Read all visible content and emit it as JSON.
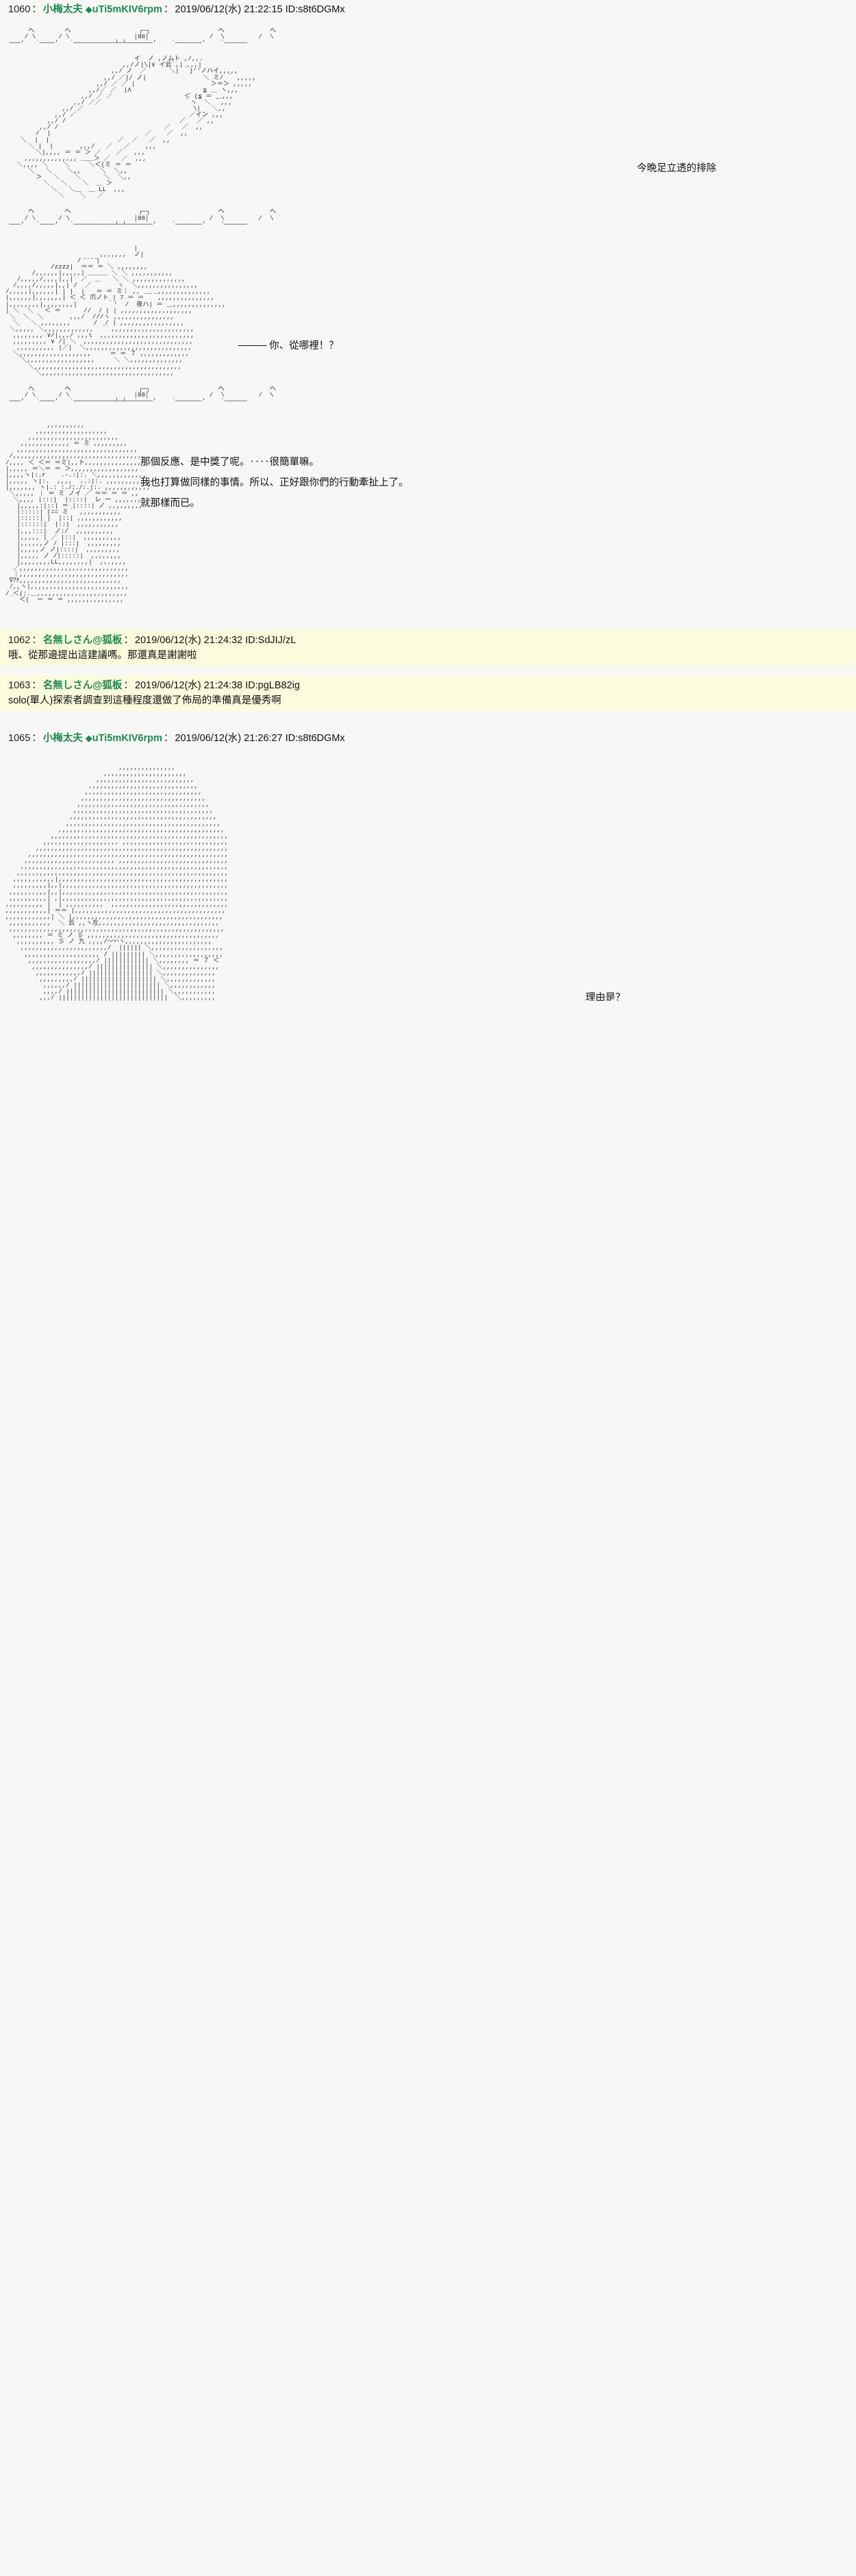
{
  "meta": {
    "board_bg": "#f7f7f5",
    "reply_bg": "#fbfbdd",
    "author_color": "#1d8a4e"
  },
  "posts": [
    {
      "no": "1060",
      "sep": "：",
      "author": "小梅太夫",
      "diamond": "◆",
      "trip": "uTi5mKIV6rpm",
      "date": "2019/06/12(水) 21:22:15",
      "id": "ID:s8t6DGMx"
    },
    {
      "no": "1062",
      "sep": "：",
      "author": "名無しさん@狐板",
      "date": "2019/06/12(水) 21:24:32",
      "id": "ID:SdJIJ/zL",
      "lines": [
        "哦、從那邊提出這建議嗎。那還真是謝謝啦"
      ]
    },
    {
      "no": "1063",
      "sep": "：",
      "author": "名無しさん@狐板",
      "date": "2019/06/12(水) 21:24:38",
      "id": "ID:pgLB82ig",
      "lines": [
        "solo(單人)探索者調查到這種程度還做了佈局的準備真是優秀啊"
      ]
    },
    {
      "no": "1065",
      "sep": "：",
      "author": "小梅太夫",
      "diamond": "◆",
      "trip": "uTi5mKIV6rpm",
      "date": "2019/06/12(水) 21:26:27",
      "id": "ID:s8t6DGMx"
    }
  ],
  "dialogue": {
    "d1": "今晩足立透的排除",
    "d2": "你、從哪裡！？",
    "d3_l1": "那個反應、是中獎了呢。‥‥很簡單嘛。",
    "d3_l2": "我也打算做同樣的事情。所以、正好跟你們的行動牽扯上了。",
    "d3_l3": "就那樣而已。",
    "d4": "理由是？"
  },
  "aa": {
    "block1_top": "      へ        へ                  ┌─┐                  へ            へ\n     / \\      / \\                 │88│                /  \\         /  \\\n ───'   `────'   `───────────┴─┴───────'    `───────'    `──────",
    "block1_main": "                                  イ  ノ ,ノムト ,/,,.\n                               ,,/ノ|\\|∨ イ云`,| ,,,|\n                            ,,/ ノ  ／      ＼| ｀)''ノハイ,,,,,\n                          ,,/ ／|/ ノ|               ＼ ミ/ ｀ ,,,,,\n                        ,,/ ／ ／ |                    ＞＝＞ ,,,,,\n                      ,,/／ ／  |Λ                   ≧ ＿ ヽ,,,\n                    ,,/ ／ ／                   ＜ (≦ ＝ ＿,,,\n                  ,,/ ／／                      ｀ヽ  ＼ ｀,,,\n               ,,/ ／                             \\|   ＼,,\n             ,,/ ／                              ／イン ,,,\n           ,,/ /                              ／   ／ ,,\n         ,,/ /                            ／   ／  ,,\n        /  |                         ／    ／  ,,\n    ＼  |  |                  ／  ／   ／  ,,\n      ＼ |  |       ,,,/   ／   ／    ,,,\n        ＼|,,,, ＝ ＝ ＞ ／    ／   ,,,\n     ,,,,,,,,,,,,,, ＿＿＞ ／   ／  ,,,\n   ＼,,,, ＼    ＼     ＼＜(ミ ＝ ＝\n      ＼   ＼    ＼,,     ＼  ＼,,\n        ＞   ＼    ＼      ＼  ＼,,\n          ＼   ＼    ＼  ＿ ＞\n            ＼   ＼＿  ＿ LL  ,,,\n              ＼    ＼   ／",
    "block1_bot": "      へ        へ                  ┌─┐                  へ            へ\n     / \\      / \\                 │88│                /  \\         /  \\\n ───'   `────'   `───────────┴─┴───────'    `───────'    `──────",
    "block2": "                                  |\n                         ,,,,,,,  ノ|\n                   / ̄ ̄ ̄ ̄|\n            /zzzz|  ＝＝ ＝ ＼ ,,,,,,,,\n       /,,,,,,|,,,,,| ＿＿＿ ＼ ＼ ,,,,,,,,,,,\n   /,,,,,/,,,,|,,|  ／  ＿   ＼ ＼ ,,,,,,,,,,,,,,\n  /,,,,/,,,,,|,,| /  ／       ヽ  ＼,,,,,,,,,,,,,,,,\n/,,,,,|,,,,,,| | |  |   ＝ ＝ ミ｜ ,, ＿ _,,,,,,,,,,,,,,\n|,,,,,,|,,,,,,,| ＜ ＜ 爪ノト | 7 ＝ ＝ ｀ ,,,,,,,,,,,,,,,\n|,,,,,,,,|,,,,,,,,|        ｀'  /  夜ハ| ＝ ＿,,,,,,,,,,,,,,\n| ＼  ＼   ＜ ＝      //  ﾉ | | ,,,,,,,,,,,,,,,,,,,\n ＼  ＼  ＼       ,,,/  ///ヽ ,,,,,,,,,,,,,,,,\n  ＼   ＼ ,,,,,,,,      /  / | ,,,,,,,,,,,,,,,,,\n ＼,,,,, ＼,,,,,,,,,,,,,  ｀ ,,,,,,,,,,,,,,,,,,,,,,\n  ,,,,,,,, ∨/|,,,/ ,,,ι  ,,,,,,,,,,,,,,,,,,,,,,,,,\n  ,,,,,,,,, ∨ /| ＼  ,,,,,,,,,,,,,,,,,,,,,,,,,,,,,\n   ,,,,,,,,,, |／|  ＼,,,,,,,,,,,,,,,,,,,,,,,,,,,,\n  ＼,,,,,,,,,,,,,,,,,,,     ＝ ＝ ７ ,,,,,,,,,,,,,\n    ＼,,,,,,,,,,,,,,,,,,     ＼ ＼,,,,,,,,,,,,,,\n      ＼,,,,,,,,,,,,,,,,,,,,,,,,,,,,,,,,,,,,,,,\n        ＼,,,,,,,,,,,,,,,,,,,,,,,,,,,,,,,,,,,",
    "block2_bot": "      へ        へ                  ┌─┐                  へ            へ\n     / \\      / \\                 │88│                /  \\         /  \\\n ───'   `────'   `───────────┴─┴───────'    `───────'    `──────",
    "block3": "           ,,,,,,,,,,\n        ,,,,,,,,,,,,,,,,,,,\n      ,,,,,,,,,,,,,,,,,,,,,,,,\n    ,,,,,,,,,,,,, ＝ ミ ,,,,,,,,,\n   ,,,,,,,,,,,,,,,,,,,,,,,,,,,,,,,,\n /,,,,,,,,,,,,,,,,,,,,,,,,,,,,,,,,,,\n/,,,, ＜ ＜＝ ＝ミ|,,ト,,,,,,,,,,,,,,,\n|,,,,, ＝＼＝ ＝ ＞,,,,,,,,,,,,,,,,,,\n|,,,,ヽ|:.r    .-.:|:. ＼,,,,,,,,,,,,,\n|,,,,, ヽ|:.  ,,,,  ..:|:. ,,,,,,,,,,,,,\n|,,,,,,, ヽ|.: :.ﾉ:.ﾉ:.|:. ,,,,,,,,,,,,\n ＼,,,,, ｜ ＝ ミ ノイ ／ ＝＝ ＝ ＝ ,,\n  ＼,,,, |:::|  |::::|  レ ー ,,,,,,,\n   |,,,,,:|::| ＝ |::::| ノ ,,,,,,,,,\n   |:::::| (== ミ ́  ,,,,,,,,,,,\n   |:::::| |  |::| ,,,,,,,,,,,,\n   |::::::|  |::|  ,,,,,,,,,,,\n   |,,,:::|  ノ:/  ,,,,,,,,,,\n   |,,,,, | ／ |::|  ,,,,,,,,,,\n   |,,,,,,ノ / |:::|  ,,,,,,,,,\n   |,,,,,ノ ノ|::::|  ,,,,,,,,,\n   |,,,,, ノ /|:::::|  ,,,,,,,,\n   |,,,,,,,,LL,,,,,,,,|  ,,,,,,,\n  ／,,,,,,,,,,,,,,,,,,,,,,,,,,,,,\n  ｜,,,,,,,,,,,,,,,,,,,,,,,,,,,,,\n ∇ｱﾅ,,,,,,,,,,,,,,,,,,,,,,,,,,,\n /,,ヽ|,,,,,,,,,,,,,,,,,,,,,,,,,,\n/ ＜(:.＿,,,,,,,,,,,,,,,,,,,,,,,,\n ｀ ＜(  ー ＝ ＝ ,,,,,,,,,,,,,,,",
    "block4": "                              ,,,,,,,,,,,,,,,\n                          ,,,,,,,,,,,,,,,,,,,,,,\n                        ,,,,,,,,,,,,,,,,,,,,,,,,,,\n                      ,,,,,,,,,,,,,,,,,,,,,,,,,,,,,\n                     ,,,,,,,,,,,,,,,,,,,,,,,,,,,,,,,\n                    ,,,,,,,,,,,,,,,,,,,,,,,,,,,,,,,,,\n                   ,,,,,,,,,,,,,,,,,,,,,,,,,,,,,,,,,,,\n                  ,,,,,,,,,,,,,,,,,,,,,,,,,,,,,,,,,,,,,\n                 ,,,,,,,,,,,,,,,,,,,,,,,,,,,,,,,,,,,,,,,\n                ,,,,,,,,,,,,,,,,,,,,,,,,,,,,,,,,,,,,,,,,,\n              ,,,,,,,,,,,,,,,,,,,,,,,,,,,,,,,,,,,,,,,,,,,,\n            ,,,,,,,,,,,,,,,,,,,,,,,,,,,,,,,,,,,,,,,,,,,,,,,\n          ,,,,,,,,,,,,,,,,,,,, ,,,,,,,,,,,,,,,,,,,,,,,,,,,,\n        ,,,,,,,,,,,,,,,,,,,,,,,,,,,,,,,,,,,,,,,,,,,,,,,,,,,\n      ,,,,,,,,,,,,,,,,,,,,,,,,,,,,,,,,,,,,,,,,,,,,,,,,,,,,,\n     ,,,,,,,,,,,,,,,,,,,,,,,, ,,,,,,,,,,,,,,,,,,,,,,,,,,,,,\n    ,,,,,,,,,,,,,,,,,,,,,,,,,,,,,,,,,,,,,,,,,,,,,,,,,,,,,,,\n   ,,,,,,,,,,,,,,,,,,,,,,,,,,,,,,,,,,,,,,,,,,,,,,,,,,,,,,,,\n  ,,,,,,,,,,,|,,,,,,,,,,,,,,,,,,,,,,,,,,,,,,,,,,,,,,,,,,,,,\n  ,,,,,,,,,|,,|,,,,,,,,,,,,,,,,,,,,,,,,,,,,,,,,,,,,,,,,,,,,\n ,,,,,,,,,,|,,|,,,,,,,,,,,,,,,,,,,,,,,,,,,,,,,,,,,,,,,,,,,,\n ,,,,,,,,,,| ,|,,,,,,,,,,,,,,,,,,,,,,,,,,,,,,,,,,,,,,,,,,,,\n,,,,,,,,,, |  | ,,,,,,,,,,  ,,,,,,,,,,,,,,,,,,,,,,,,,,,,,,,\n,,,,,,,,,,,| ＝＝ |,,,,,,,,,,,,,,,,,,,,,,,,,,,,,,,,,,,,,,,,\n,,,,,,,,,,,,| ＼ |,,,,,,,,,,,,,,,,,,,,,,,,,,,,,,,,,,,,,,,,\n ,,,,,,,,,,,  ＼ 云 ,,ヽ左,,,,,,,,,,,,,,,,,,,,,,,,,,,,,,,,\n ,,,,,,,,,,,,,,,,,,,,,,,,,,,,,,,,,,,,,,,,,,,,,,,,,,,,,,,,,\n  ,,,,,,,, ＝ ミ ノ 彡 ,,,,,,,,,,,,,,,,,,,,,,,,,,,,,,,,,,,\n   ,,,,,,,,,, 彡 ノ 九 ,,,,/⌒⌒⌒ヽ,,,,,,,,,,,,,,,,,,,,,,,\n    ,,,,,,,,,,,,,,,,,,,,,,,/  |||||| ＼,,,,,,,,,,,,,,,,,,,\n     ,,,,,,,,,,,,,,,,,,,, / ||||||||| ＼,,,,,,,,,,,,,,,,,,\n      ,,,,,,,,,,,,,,,,,,/ |||||||||||| ＼,,,,,,,, ＝ ７ ＜\n       ,,,,,,,,,,,,,,,/ ||||||||||||||| ＼,,,,,,,,,,,,,,,\n        ,,,,,,,,,,,,/ ||||||||||||||||| ＼,,,,,,,,,,,,,,\n         ,,,,,,,,,/ |||||||||||||||||||| ＼,,,,,,,,,,,,,\n          ,,,,,,/ ||||||||||||||||||||||| ＼,,,,,,,,,,,,\n          ,,,,/ |||||||||||||||||||||||||| ＼,,,,,,,,,,,\n         ,,,/ |||||||||||||||||||||||||||||  ＼,,,,,,,,,"
  }
}
